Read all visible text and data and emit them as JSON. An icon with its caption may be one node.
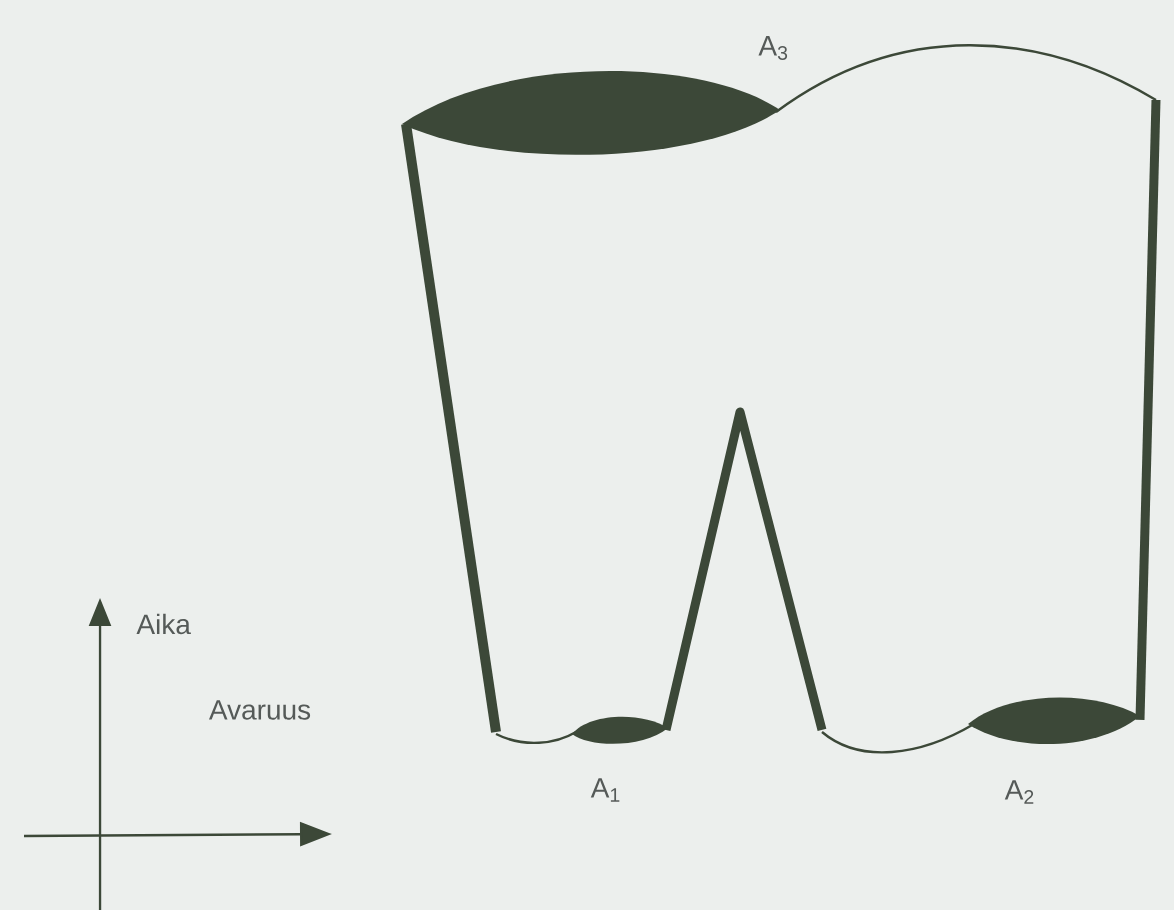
{
  "diagram": {
    "labels": [
      "A$_{3}$",
      "Aika",
      "Avaruus",
      "A$_{1}$",
      "A$_{2}$"
    ]
  }
}
